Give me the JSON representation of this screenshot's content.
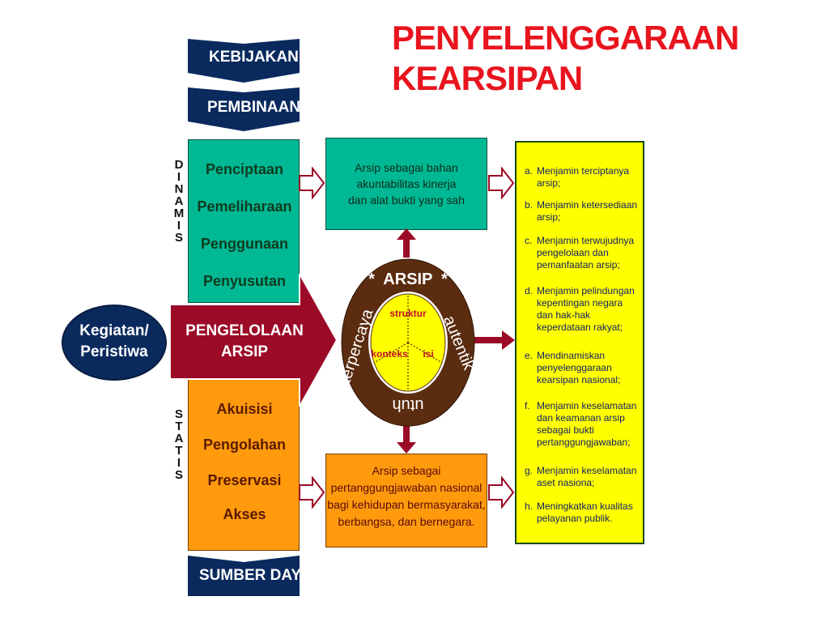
{
  "title": {
    "line1": "PENYELENGGARAAN",
    "line2": "KEARSIPAN"
  },
  "banners": {
    "kebijakan": "KEBIJAKAN",
    "pembinaan": "PEMBINAAN",
    "sumber_daya": "SUMBER DAYA"
  },
  "side_labels": {
    "dinamis": [
      "D",
      "I",
      "N",
      "A",
      "M",
      "I",
      "S"
    ],
    "statis": [
      "S",
      "T",
      "A",
      "T",
      "I",
      "S"
    ]
  },
  "dinamis_items": [
    "Penciptaan",
    "Pemeliharaan",
    "Penggunaan",
    "Penyusutan"
  ],
  "statis_items": [
    "Akuisisi",
    "Pengolahan",
    "Preservasi",
    "Akses"
  ],
  "kegiatan": {
    "line1": "Kegiatan/",
    "line2": "Peristiwa"
  },
  "pengelolaan": {
    "line1": "PENGELOLAAN",
    "line2": "ARSIP"
  },
  "top_box": [
    "Arsip sebagai bahan",
    "akuntabilitas kinerja",
    "dan alat bukti yang sah"
  ],
  "bottom_box": [
    "Arsip sebagai",
    "pertanggungjawaban nasional",
    "bagi kehidupan bermasyarakat,",
    "berbangsa, dan bernegara."
  ],
  "arsip_circle": {
    "top": "*  ARSIP  *",
    "left": "terpercaya",
    "right": "autentik",
    "bottom": "utuh",
    "struktur": "struktur",
    "konteks": "konteks",
    "isi": "isi"
  },
  "goals": [
    {
      "marker": "a.",
      "text": "Menjamin terciptanya arsip;"
    },
    {
      "marker": "b.",
      "text": "Menjamin ketersediaan arsip;"
    },
    {
      "marker": "c.",
      "text": "Menjamin terwujudnya pengelolaan dan pemanfaatan arsip;"
    },
    {
      "marker": "d.",
      "text": "Menjamin pelindungan kepentingan negara dan hak-hak keperdataan rakyat;"
    },
    {
      "marker": "e.",
      "text": "Mendinamiskan penyelenggaraan kearsipan nasional;"
    },
    {
      "marker": "f.",
      "text": "Menjamin keselamatan dan keamanan arsip sebagai bukti pertanggungjawaban;"
    },
    {
      "marker": "g.",
      "text": "Menjamin keselamatan aset nasiona;"
    },
    {
      "marker": "h.",
      "text": "Meningkatkan kualitas pelayanan publik."
    }
  ],
  "colors": {
    "title": "#e8141e",
    "navy": "#0a2a5e",
    "green": "#00b894",
    "orange": "#ff9a0c",
    "maroon": "#9b0a26",
    "brown": "#5b2c10",
    "yellow": "#ffff00"
  }
}
